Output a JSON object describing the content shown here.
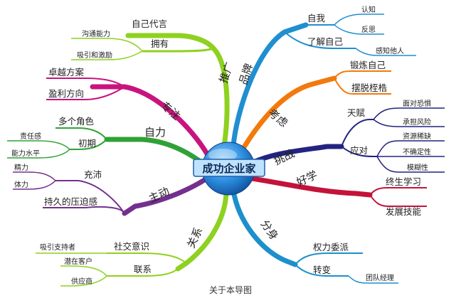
{
  "center": "成功企业家",
  "caption": "关于本导图",
  "colors": {
    "tuiguang": "#8ed11f",
    "zhuanzhu": "#c8147e",
    "zili": "#2fa236",
    "zhudong": "#74308e",
    "guanxi": "#8ed11f",
    "fenshen": "#1c90cc",
    "haoxue": "#c3133a",
    "tiaozhan": "#232381",
    "kaolv": "#f27a0c",
    "pinpai": "#1f8fd0"
  },
  "branches": {
    "tuiguang": {
      "label": "推广",
      "children": [
        "自己代言",
        "拥有"
      ],
      "yongyou": [
        "沟通能力",
        "吸引和激励"
      ]
    },
    "zhuanzhu": {
      "label": "专注",
      "children": [
        "卓越方案",
        "盈利方向"
      ]
    },
    "zili": {
      "label": "自力",
      "children": [
        "多个角色",
        "初期"
      ],
      "chuqi": [
        "责任感",
        "能力水平"
      ]
    },
    "zhudong": {
      "label": "主动",
      "children": [
        "充沛",
        "持久的压迫感"
      ],
      "chongpei": [
        "精力",
        "体力"
      ]
    },
    "guanxi": {
      "label": "关系",
      "children": [
        "社交意识",
        "联系"
      ],
      "shejiao": [
        "吸引支持者"
      ],
      "lianxi": [
        "潜在客户",
        "供应商"
      ]
    },
    "pinpai": {
      "label": "品牌",
      "children": [
        "自我",
        "了解自己"
      ],
      "ziwo": [
        "认知",
        "反思"
      ],
      "liaojie": [
        "感知他人"
      ]
    },
    "kaolv": {
      "label": "考虑",
      "children": [
        "锻炼自己",
        "摆脱桎梏"
      ]
    },
    "tiaozhan": {
      "label": "挑战",
      "children": [
        "天赋",
        "应对"
      ],
      "tianfu": [
        "面对恐惧",
        "承担风险"
      ],
      "yingdui": [
        "资源稀缺",
        "不确定性",
        "模糊性"
      ]
    },
    "haoxue": {
      "label": "好学",
      "children": [
        "终生学习",
        "发展技能"
      ]
    },
    "fenshen": {
      "label": "分身",
      "children": [
        "权力委派",
        "转变"
      ],
      "zhuanbian": [
        "团队经理"
      ]
    }
  }
}
